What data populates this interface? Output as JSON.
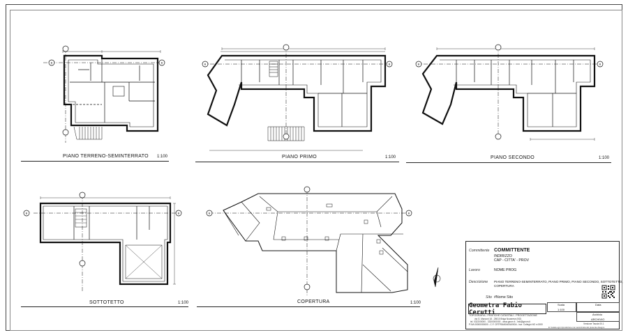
{
  "plans": {
    "ground": {
      "title": "PIANO TERRENO-SEMINTERRATO",
      "scale": "1:100"
    },
    "first": {
      "title": "PIANO PRIMO",
      "scale": "1:100"
    },
    "second": {
      "title": "PIANO SECONDO",
      "scale": "1:100"
    },
    "attic": {
      "title": "SOTTOTETTO",
      "scale": "1:100"
    },
    "roof": {
      "title": "COPERTURA",
      "scale": "1:100"
    }
  },
  "section_marker": "B",
  "titleblock": {
    "client_key": "Committente",
    "client_value": "COMMITTENTE",
    "address": "INDIRIZZO",
    "city": "CAP - CITTA' - PROV",
    "work_key": "Lavoro",
    "work_value": "NOME PROG",
    "description_key": "Descrizione",
    "description_value_1": "PIANO TERRENO-SEMINTERRATO, PIANO PRIMO, PIANO SECONDO, SOTTOTETTO,",
    "description_value_2": "COPERTURA",
    "site_key": "Sito",
    "site_value": "#Nome Sito",
    "brand": "Geometra Fabio Cerutti",
    "services": "TOPOGRAFIA - PRATICHE CATASTALI - PROGETTAZIONE",
    "contact_1": "via G. Marconi 18 - 28010 Briga Novarese (NO)",
    "contact_2": "tel. 0322/00000 - 333/0000000 - www.geom.it - info@geom.it",
    "contact_3": "P.IVA 00000000000 - C.F. CRTFBA00A00A000A - Iscr. Collegio NO n.0000",
    "scale_label": "Scala",
    "scale_value": "1:100",
    "date_label": "Data",
    "archive_label": "Archivio",
    "archive_value": "ARCHIVIO",
    "note": "E' vietata ogni riproduzione non autorizzata del presente disegno",
    "version": "Versione Tavola 00.1"
  }
}
